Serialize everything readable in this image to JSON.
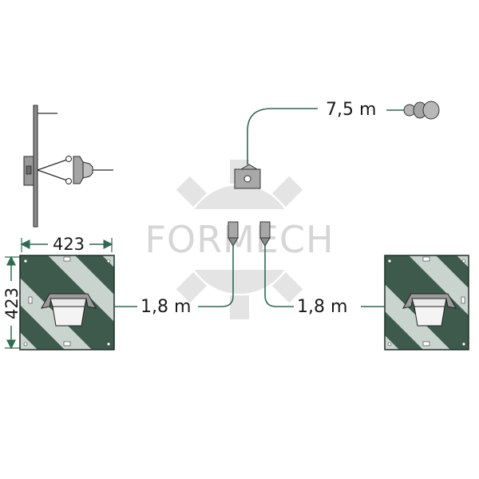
{
  "watermark": {
    "text": "FORMECH"
  },
  "labels": {
    "cable_main": "7,5 m",
    "cable_left": "1,8 m",
    "cable_right": "1,8 m"
  },
  "dimensions": {
    "width": "423",
    "height": "423"
  },
  "colors": {
    "panel_dark": "#3d5a4c",
    "panel_light": "#c9d4cf",
    "line_green": "#2f6a52",
    "gray": "#8c8c8c"
  }
}
